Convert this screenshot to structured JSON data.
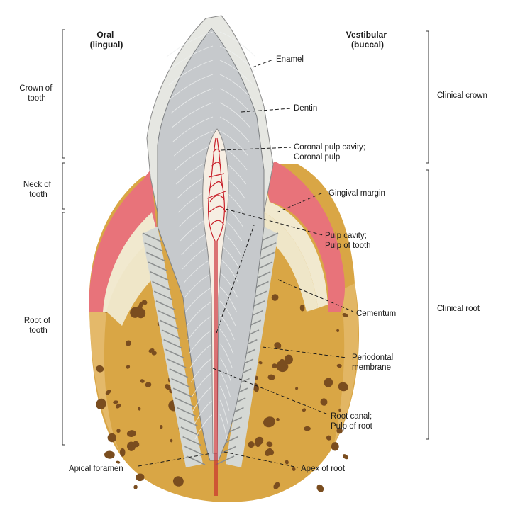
{
  "headers": {
    "oral": [
      "Oral",
      "(lingual)"
    ],
    "vestibular": [
      "Vestibular",
      "(buccal)"
    ]
  },
  "regions": {
    "crown": [
      "Crown of",
      "tooth"
    ],
    "neck": [
      "Neck of",
      "tooth"
    ],
    "root": [
      "Root of",
      "tooth"
    ],
    "clinical_crown": "Clinical crown",
    "clinical_root": "Clinical root"
  },
  "labels": {
    "enamel": [
      "Enamel"
    ],
    "dentin": [
      "Dentin"
    ],
    "coronal_pulp": [
      "Coronal pulp cavity;",
      "Coronal pulp"
    ],
    "gingival_margin": [
      "Gingival margin"
    ],
    "pulp_cavity": [
      "Pulp cavity;",
      "Pulp of tooth"
    ],
    "cementum": [
      "Cementum"
    ],
    "periodontal": [
      "Periodontal",
      "membrane"
    ],
    "root_canal": [
      "Root canal;",
      "Pulp of root"
    ],
    "apex": [
      "Apex of root"
    ],
    "apical_foramen": [
      "Apical foramen"
    ]
  },
  "colors": {
    "bone": "#d9a645",
    "bone_light": "#e8c27a",
    "gingiva": "#e8737a",
    "gingiva_tissue": "#f1e9cf",
    "enamel": "#e6e7e2",
    "dentin": "#c6c9cc",
    "pulp": "#f6eee3",
    "vessel": "#c8202a"
  }
}
